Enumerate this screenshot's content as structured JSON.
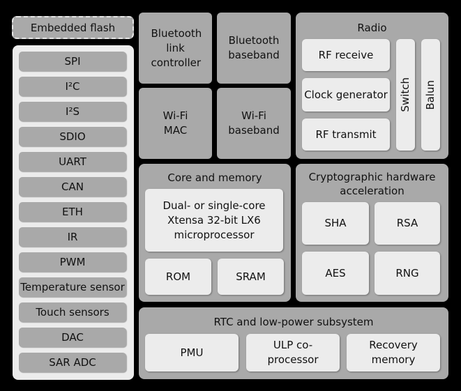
{
  "flash": "Embedded flash",
  "peripherals": [
    "SPI",
    "I²C",
    "I²S",
    "SDIO",
    "UART",
    "CAN",
    "ETH",
    "IR",
    "PWM",
    "Temperature sensor",
    "Touch sensors",
    "DAC",
    "SAR ADC"
  ],
  "bt_link": "Bluetooth link controller",
  "bt_baseband": "Bluetooth baseband",
  "wifi_mac": "Wi-Fi MAC",
  "wifi_baseband": "Wi-Fi baseband",
  "radio": {
    "title": "Radio",
    "rf_receive": "RF receive",
    "clock_gen": "Clock generator",
    "rf_transmit": "RF transmit",
    "switch": "Switch",
    "balun": "Balun"
  },
  "core": {
    "title": "Core and memory",
    "cpu": "Dual- or single-core Xtensa 32-bit LX6 microprocessor",
    "rom": "ROM",
    "sram": "SRAM"
  },
  "crypto": {
    "title": "Cryptographic hardware acceleration",
    "sha": "SHA",
    "rsa": "RSA",
    "aes": "AES",
    "rng": "RNG"
  },
  "rtc": {
    "title": "RTC and low-power subsystem",
    "pmu": "PMU",
    "ulp": "ULP co-processor",
    "recovery": "Recovery memory"
  }
}
